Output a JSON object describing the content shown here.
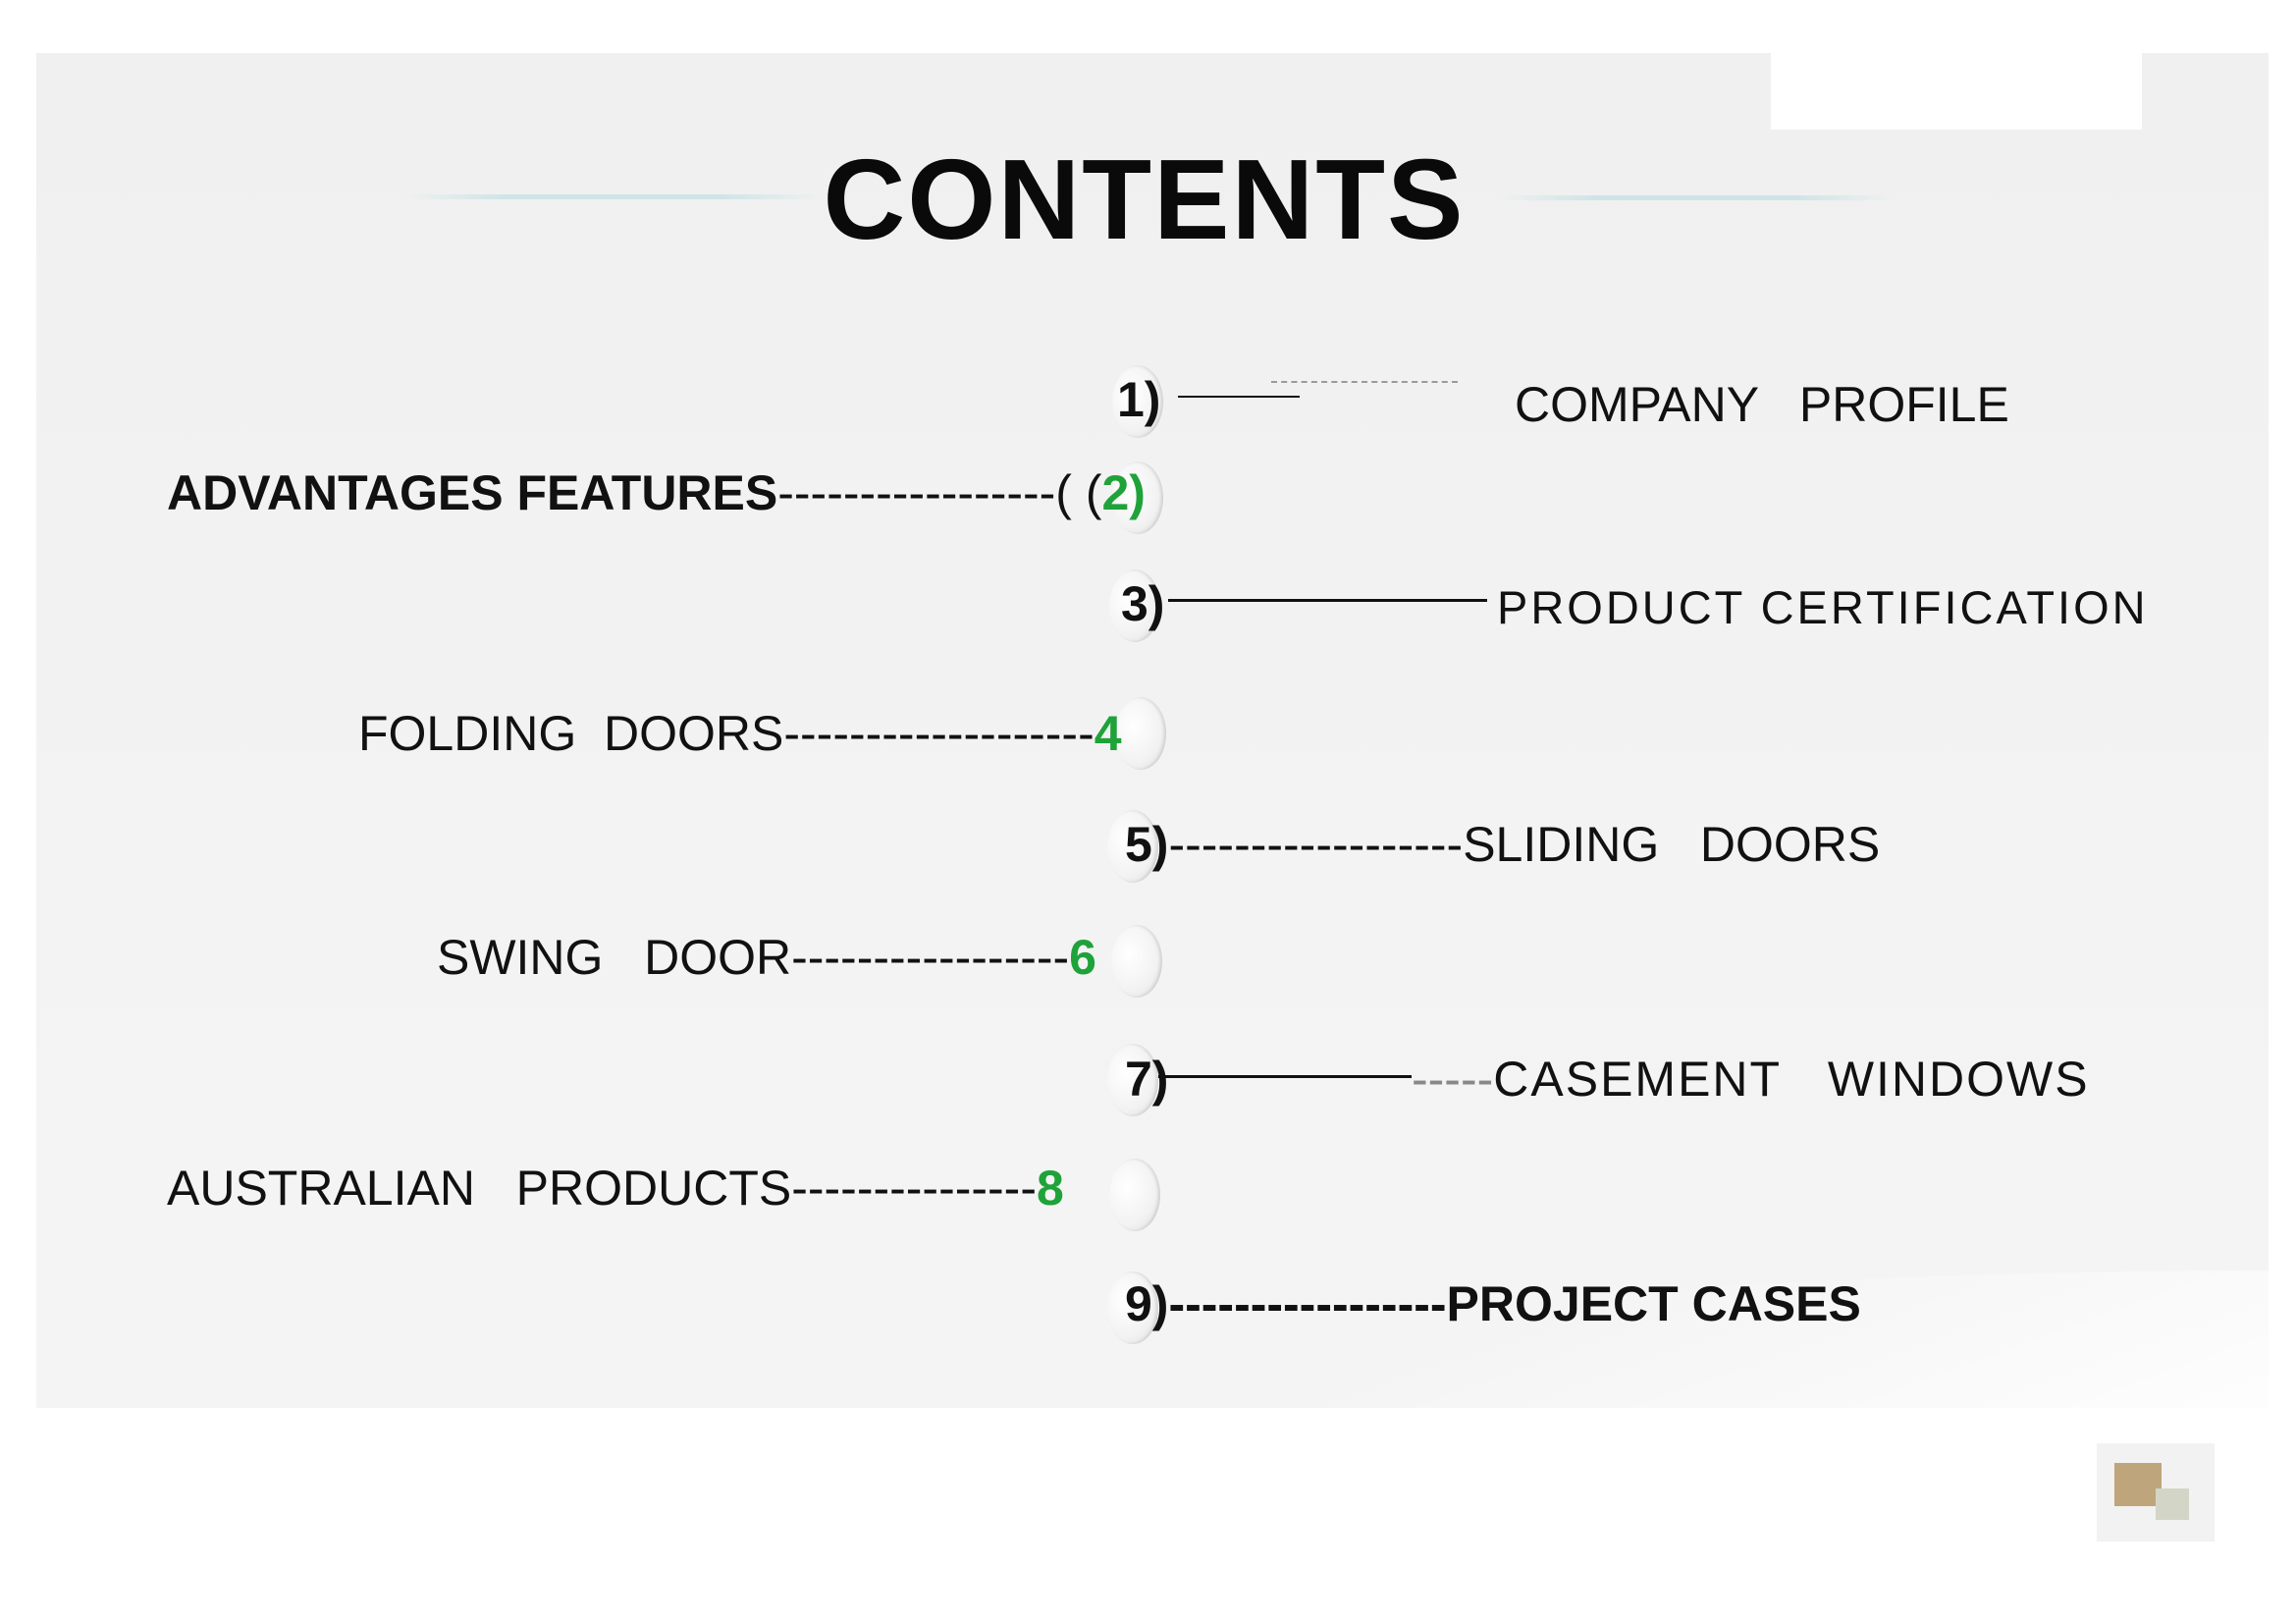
{
  "title": "CONTENTS",
  "colors": {
    "text": "#111111",
    "accent_green": "#1fa23a",
    "title_rule": "#cfe4e6",
    "logo_gold": "#bfa57c",
    "logo_sage": "#d3d6c6"
  },
  "items": [
    {
      "num": "1)",
      "label": "COMPANY   PROFILE"
    },
    {
      "label": "ADVANTAGES FEATURES",
      "connector": "-----------------( (",
      "num": "2)"
    },
    {
      "num": "3)",
      "label": "PRODUCT CERTIFICATION"
    },
    {
      "label": "FOLDING  DOORS",
      "connector": "-------------------",
      "num": "4"
    },
    {
      "num": "5)",
      "connector": "------------------",
      "label": "SLIDING   DOORS"
    },
    {
      "label": "SWING   DOOR",
      "connector": "-----------------",
      "num": "6"
    },
    {
      "num": "7)",
      "connector": "-----",
      "label": "CASEMENT   WINDOWS"
    },
    {
      "label": "AUSTRALIAN   PRODUCTS",
      "connector": "---------------",
      "num": "8"
    },
    {
      "num": "9)",
      "connector": "-----------------",
      "label": "PROJECT CASES"
    }
  ]
}
